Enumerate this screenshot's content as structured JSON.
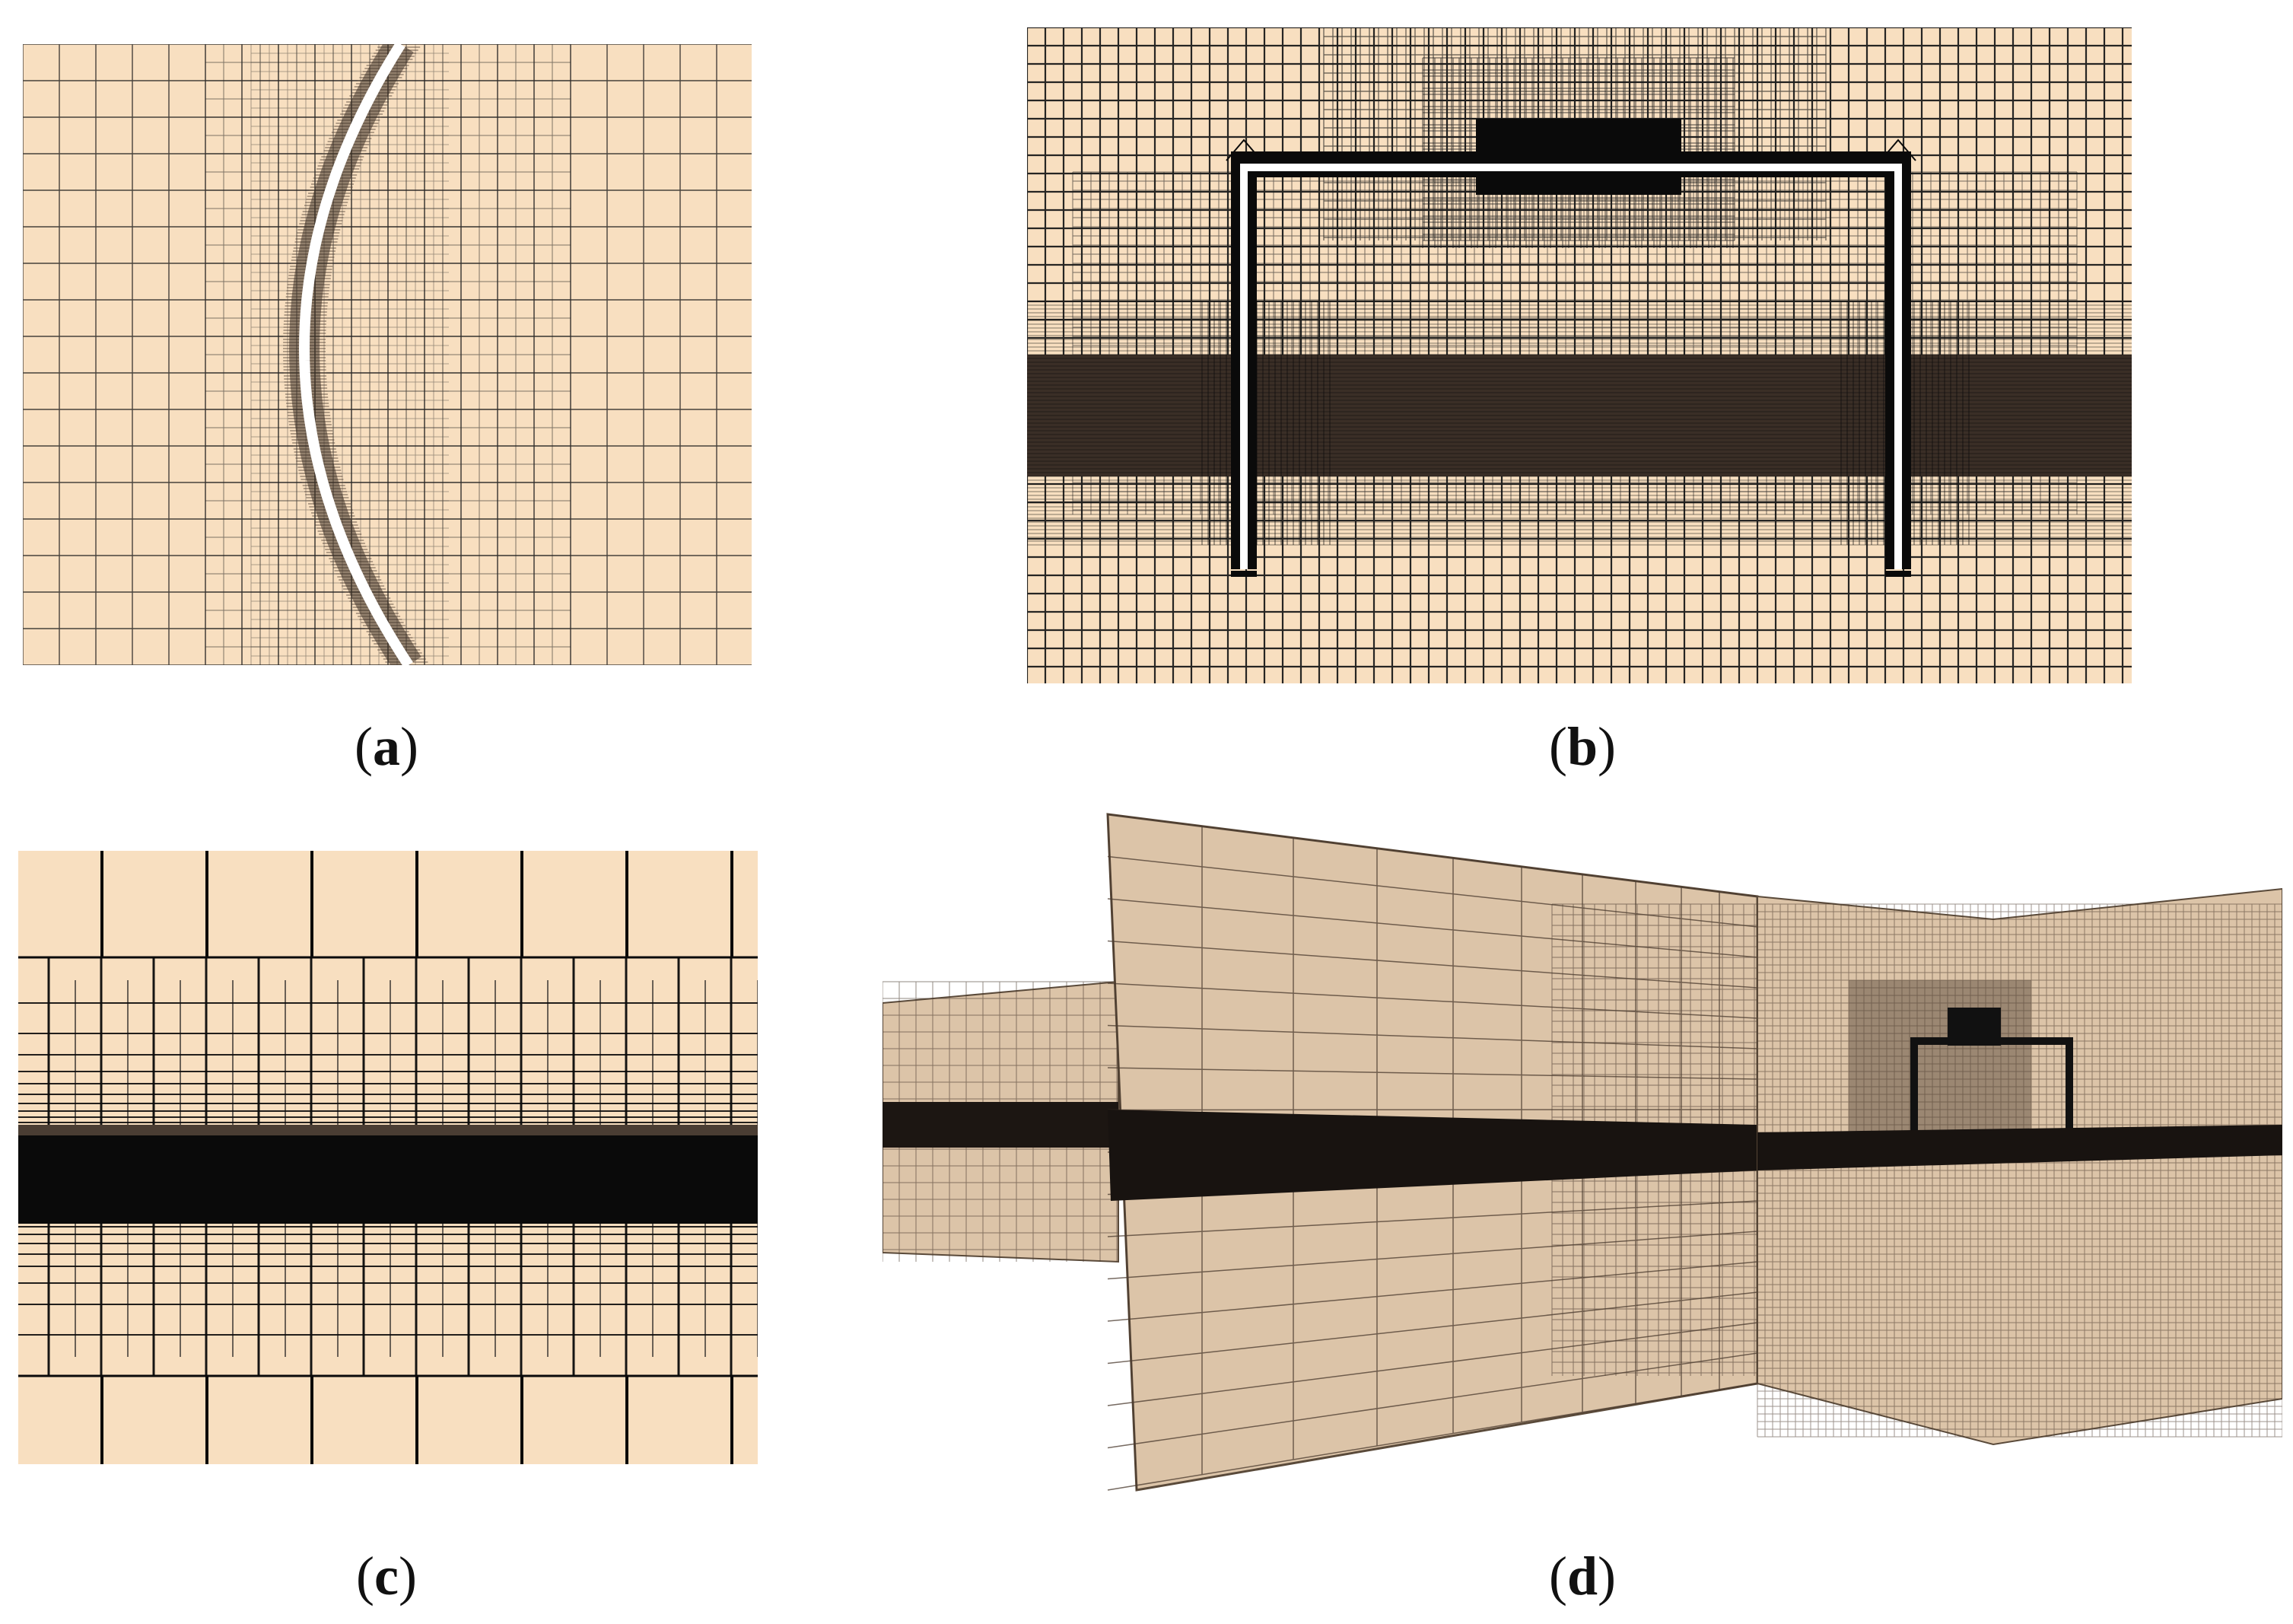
{
  "colors": {
    "mesh_fill": "#f8dfc0",
    "mesh_fill_3d": "#dcc4a8",
    "line": "#1a1a1a",
    "dense": "#0a0a0a",
    "white": "#ffffff"
  },
  "panels": [
    {
      "id": "a",
      "label": "a",
      "subject": "curved-wall-refined-mesh"
    },
    {
      "id": "b",
      "label": "b",
      "subject": "frame-structure-refined-mesh"
    },
    {
      "id": "c",
      "label": "c",
      "subject": "boundary-layer-refined-mesh"
    },
    {
      "id": "d",
      "label": "d",
      "subject": "3d-domain-mesh-slices"
    }
  ]
}
